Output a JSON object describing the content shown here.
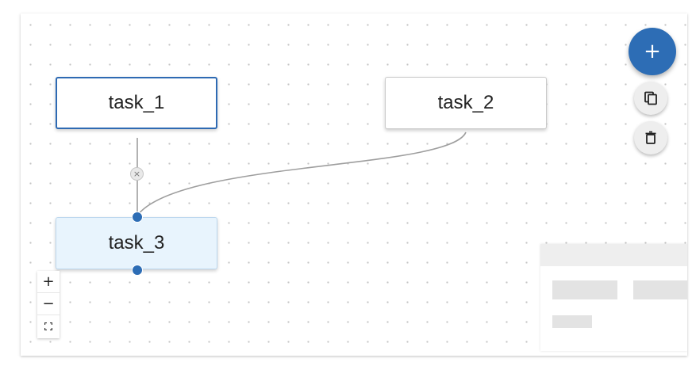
{
  "nodes": [
    {
      "id": "task_1",
      "label": "task_1"
    },
    {
      "id": "task_2",
      "label": "task_2"
    },
    {
      "id": "task_3",
      "label": "task_3"
    }
  ],
  "edges": [
    {
      "from": "task_1",
      "to": "task_3"
    },
    {
      "from": "task_2",
      "to": "task_3"
    }
  ],
  "selected_node": "task_1",
  "highlighted_node": "task_3",
  "actions": {
    "add_label": "+",
    "add_icon": "plus-icon",
    "copy_icon": "copy-icon",
    "delete_icon": "trash-icon"
  },
  "edge_delete_label": "×",
  "zoom": {
    "in_label": "+",
    "out_label": "−",
    "fit_icon": "fit-view-icon"
  },
  "colors": {
    "accent": "#2d6db5",
    "selected_border": "#2e6ab3",
    "active_node_bg": "#e8f4fd",
    "edge": "#9e9e9e"
  }
}
